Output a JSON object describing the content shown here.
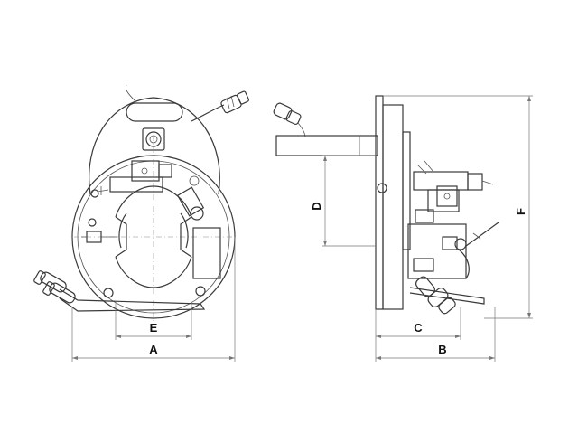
{
  "dimension_labels": {
    "A": "A",
    "B": "B",
    "C": "C",
    "D": "D",
    "E": "E",
    "F": "F"
  },
  "colors": {
    "line": "#3a3a3a",
    "dimension": "#777777",
    "background": "#ffffff"
  }
}
